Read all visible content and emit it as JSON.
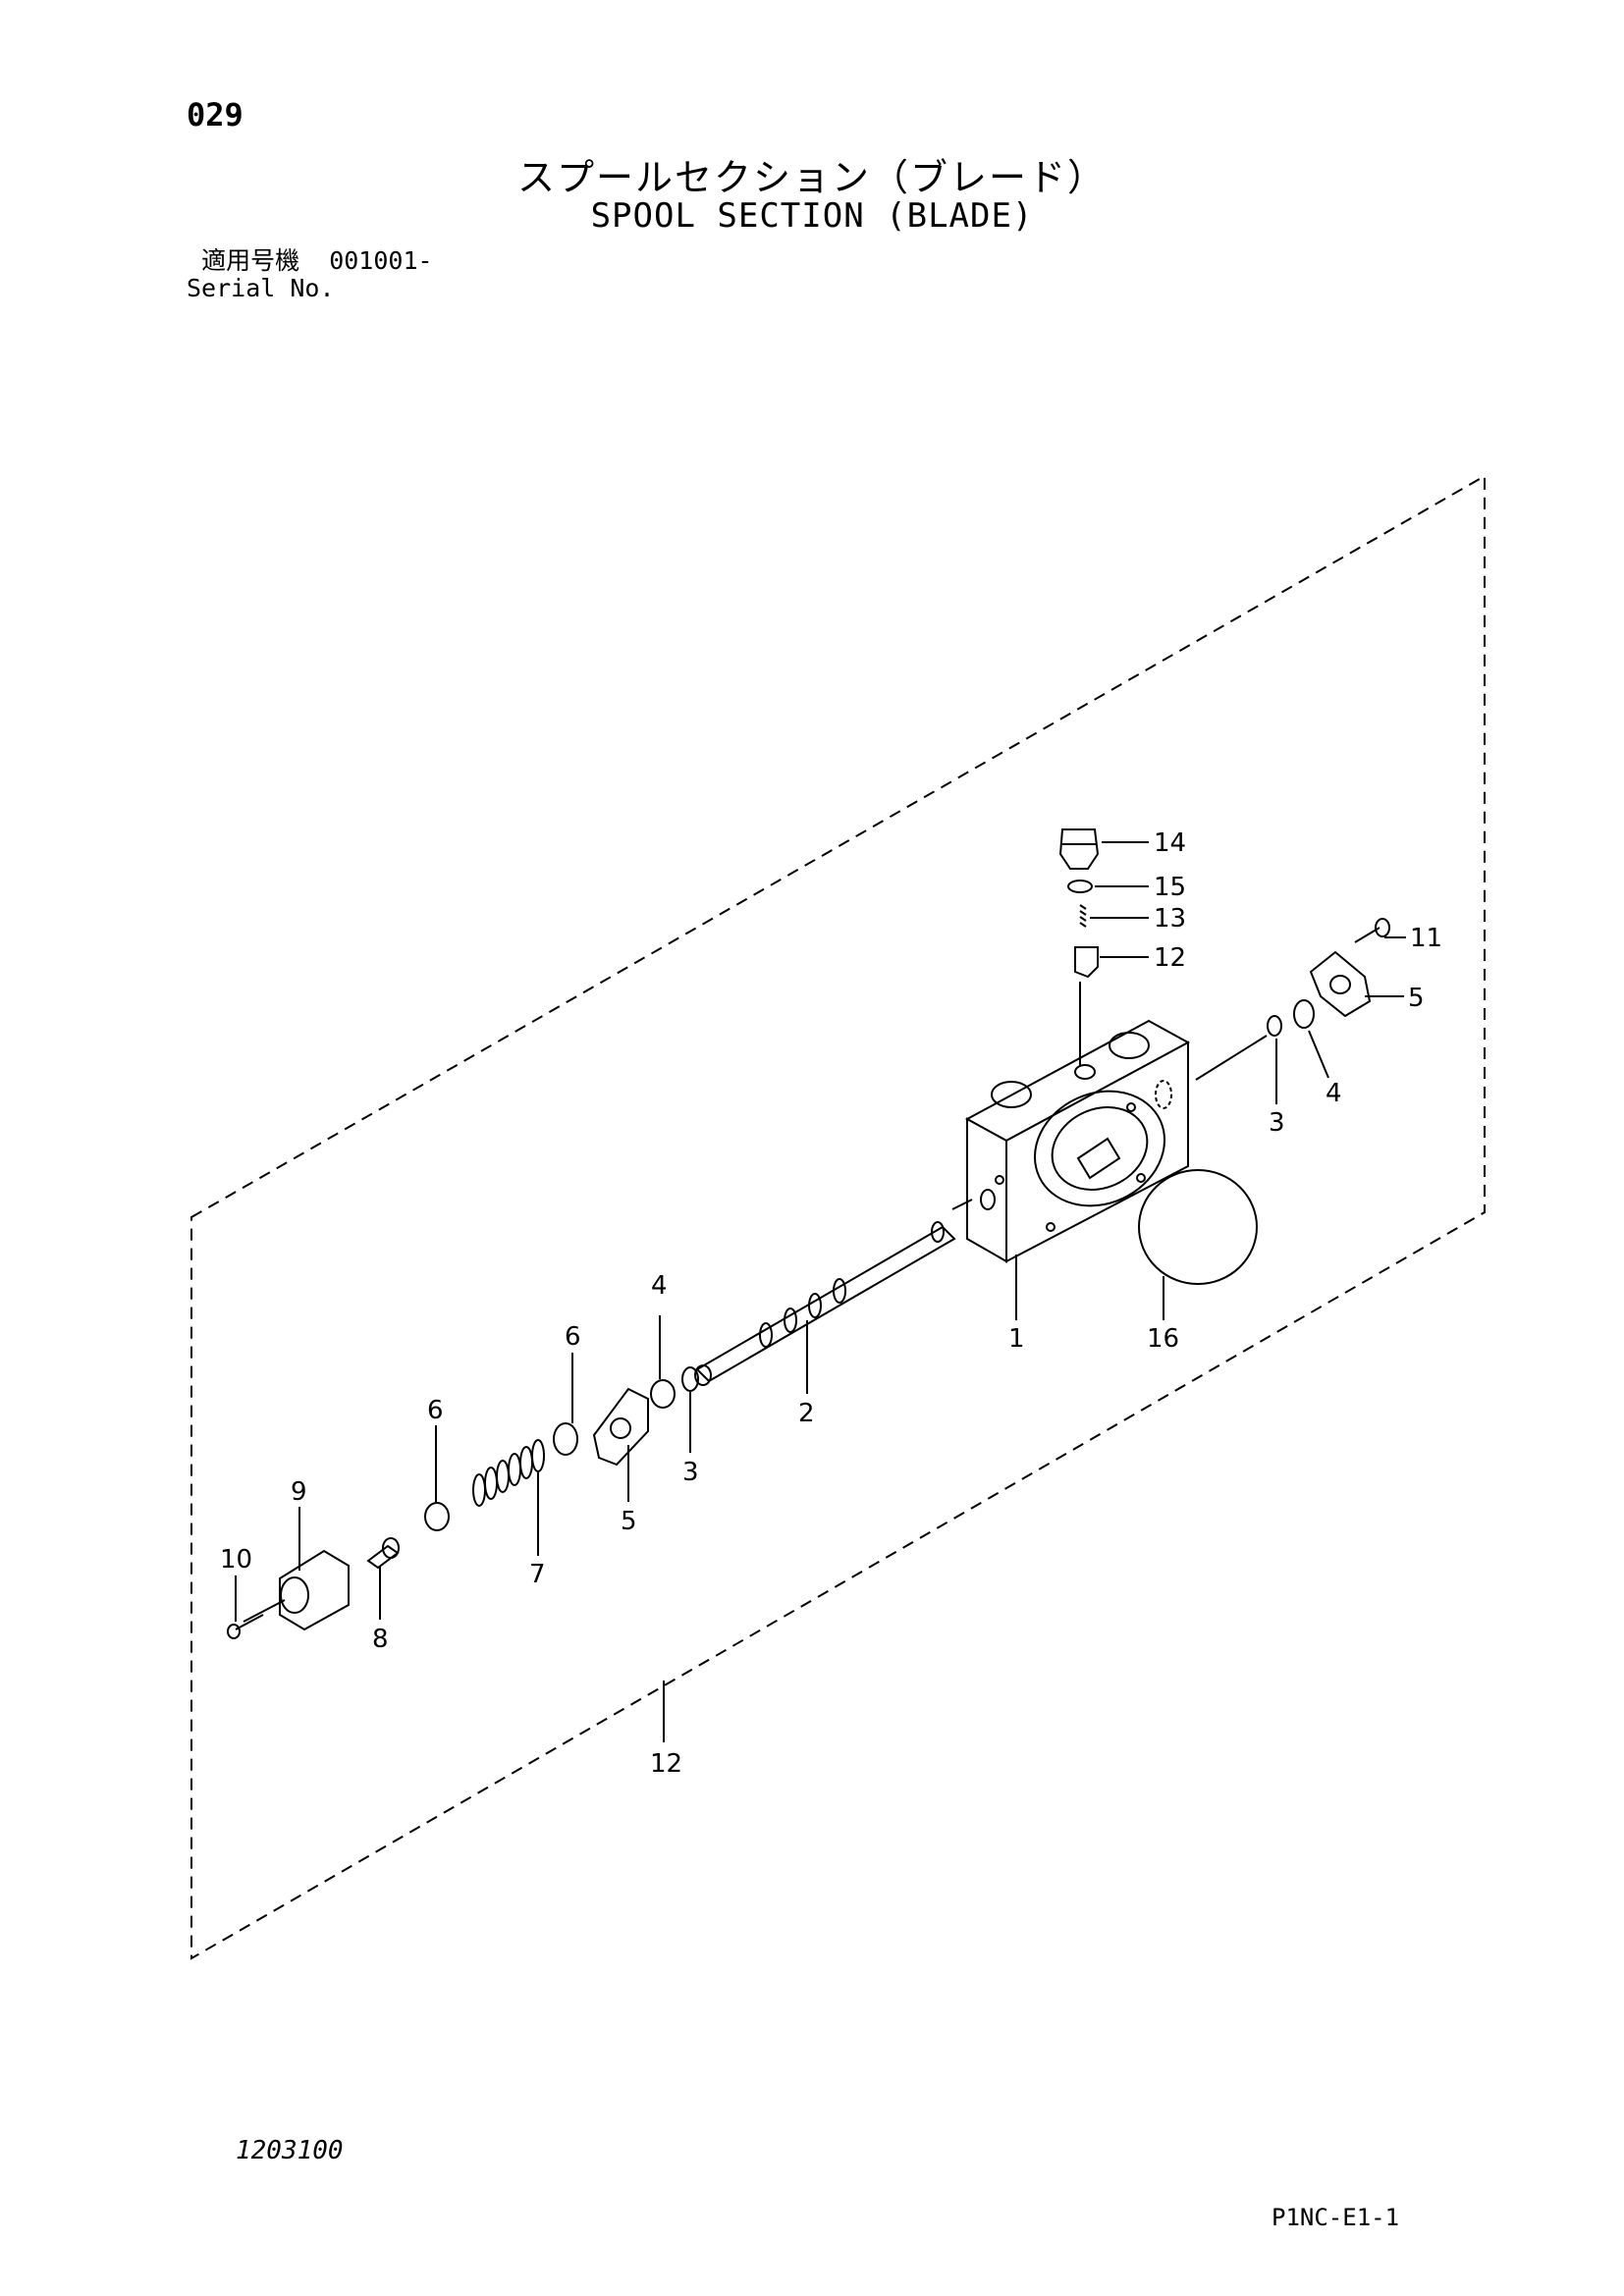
{
  "header": {
    "page_number": "029",
    "title_jp": "スプールセクション（ブレード）",
    "title_en": "SPOOL SECTION (BLADE)",
    "serial_label_jp": "適用号機",
    "serial_value": "001001-",
    "serial_label_en": "Serial No."
  },
  "callouts": [
    "14",
    "15",
    "13",
    "12",
    "11",
    "5",
    "3",
    "4",
    "1",
    "16",
    "2",
    "4",
    "6",
    "3",
    "6",
    "5",
    "9",
    "7",
    "10",
    "8",
    "12"
  ],
  "footer": {
    "figure_number": "1203100",
    "page_code": "P1NC-E1-1"
  }
}
